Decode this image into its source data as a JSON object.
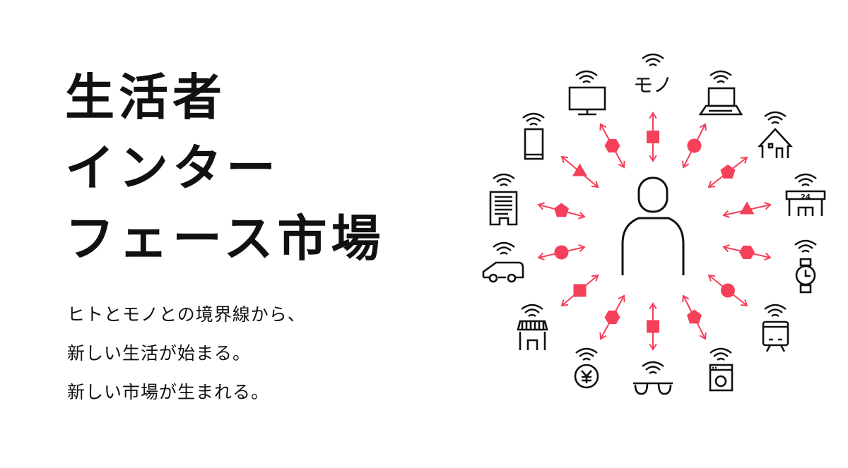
{
  "title": {
    "lines": [
      "生活者",
      "インター",
      "フェース市場"
    ]
  },
  "subtitle": {
    "lines": [
      "ヒトとモノとの境界線から、",
      "新しい生活が始まる。",
      "新しい市場が生まれる。"
    ]
  },
  "diagram": {
    "center_label": "モノ",
    "store_sign": "24",
    "colors": {
      "accent": "#f5405a",
      "line": "#111111"
    },
    "icons": [
      "wifi-icon",
      "tv-icon",
      "laptop-icon",
      "smartphone-icon",
      "house-icon",
      "office-building-icon",
      "convenience-store-icon",
      "car-icon",
      "wristwatch-icon",
      "shop-icon",
      "train-icon",
      "yen-coin-icon",
      "glasses-icon",
      "washing-machine-icon",
      "person-icon"
    ]
  }
}
